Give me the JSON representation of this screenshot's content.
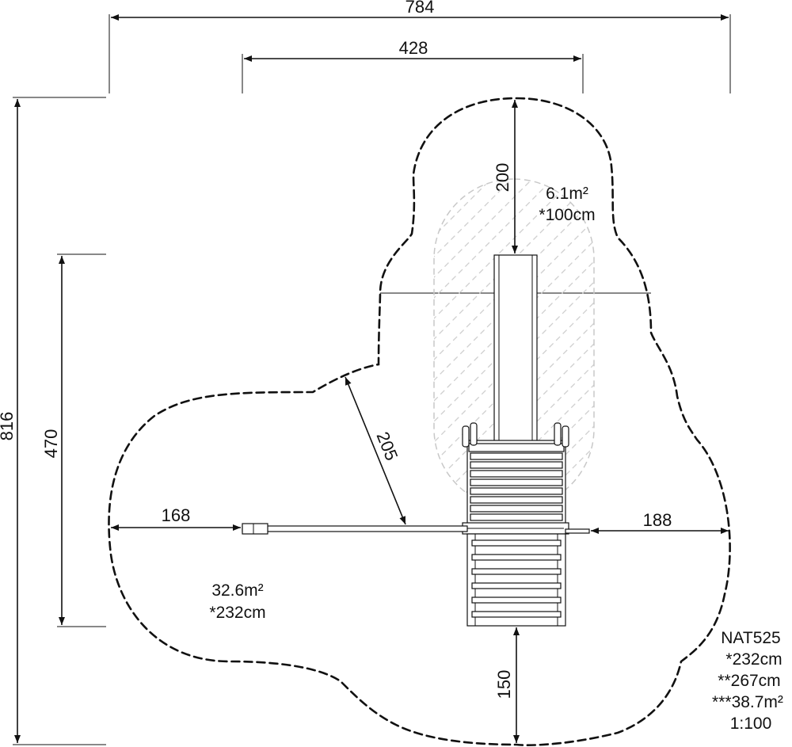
{
  "dimensions": {
    "total_width": "784",
    "inner_width": "428",
    "total_height": "816",
    "left_height": "470",
    "top_clearance": "200",
    "diagonal_clearance": "205",
    "left_clearance": "168",
    "right_clearance": "188",
    "bottom_clearance": "150"
  },
  "zones": {
    "slide_zone_area": "6.1m²",
    "slide_zone_height": "*100cm",
    "main_zone_area": "32.6m²",
    "main_zone_height": "*232cm"
  },
  "info": {
    "model": "NAT525",
    "height_1": "*232cm",
    "height_2": "**267cm",
    "area_total": "***38.7m²",
    "scale": "1:100"
  }
}
